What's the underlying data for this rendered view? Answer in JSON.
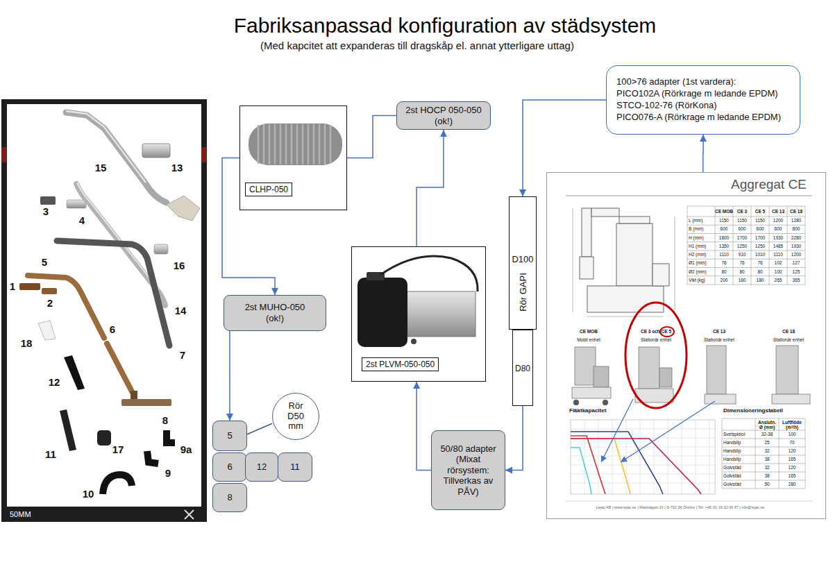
{
  "diagram": {
    "title": "Fabriksanpassad konfiguration av städsystem",
    "nodes": [
      {
        "text": [
          "CLHP-050"
        ]
      },
      {
        "text": [
          "2st HOCP 050-050 (ok!)"
        ]
      },
      {
        "text": [
          "100>76 adapter (1st vardera):",
          "PICO102A (Rörkrage m ledande EPDM)",
          "STCO-102-76 (RörKona)",
          "PICO076-A (Rörkrage m ledande EPDM)"
        ]
      },
      {
        "text": [
          "2st PLVM-050-050"
        ]
      },
      {
        "text": [
          "D100",
          "Rör GAPI"
        ]
      },
      {
        "text": [
          "D80"
        ]
      },
      {
        "text": [
          "2st MUHO-050 (ok!)"
        ]
      },
      {
        "text": [
          "50/80 adapter (Mixat rörsystem: Tillverkas av PÅV)"
        ]
      },
      {
        "text": [
          "5"
        ]
      },
      {
        "text": [
          "Rör D50 mm"
        ]
      },
      {
        "text": [
          "6"
        ]
      },
      {
        "text": [
          "12"
        ]
      },
      {
        "text": [
          "11"
        ]
      },
      {
        "text": [
          "8"
        ]
      },
      {
        "text": [
          "Aggregat CE"
        ]
      }
    ],
    "edges": [
      {
        "from": 0,
        "to": 6,
        "arrow": "to"
      },
      {
        "from": 1,
        "to": 0,
        "arrow": "none"
      },
      {
        "from": 3,
        "to": 1,
        "arrow": "to"
      },
      {
        "from": 2,
        "to": 4,
        "arrow": "to"
      },
      {
        "from": 5,
        "to": 7,
        "arrow": "to"
      },
      {
        "from": 7,
        "to": 3,
        "arrow": "to"
      },
      {
        "from": 6,
        "to": 8,
        "arrow": "to"
      },
      {
        "from": 14,
        "to": 2,
        "arrow": "to"
      },
      {
        "from": 9,
        "to": 8,
        "arrow": "none"
      }
    ],
    "labels": [
      "(Med kapcitet att expanderas till dragskåp el. annat ytterligare uttag)",
      "15",
      "13",
      "3",
      "4",
      "16",
      "5",
      "14",
      "1",
      "2",
      "6",
      "7",
      "18",
      "12",
      "8",
      "11",
      "17",
      "9a",
      "9",
      "10",
      "50MM",
      "CE MOB",
      "CE 3",
      "CE 5",
      "CE 13",
      "CE 18",
      "L (mm)",
      "1150",
      "1150",
      "1150",
      "1200",
      "1280",
      "B (mm)",
      "600",
      "600",
      "600",
      "600",
      "800",
      "H (mm)",
      "1800",
      "1700",
      "1700",
      "1930",
      "2280",
      "H1 (mm)",
      "1350",
      "1250",
      "1250",
      "1485",
      "1930",
      "H2 (mm)",
      "1110",
      "910",
      "1010",
      "1110",
      "1200",
      "Ø1 (mm)",
      "76",
      "76",
      "76",
      "102",
      "127",
      "Ø2 (mm)",
      "80",
      "80",
      "80",
      "100",
      "125",
      "Vikt (kg)",
      "200",
      "160",
      "180",
      "265",
      "365",
      "CE MOB",
      "Mobil enhet",
      "CE 3 och CE 5",
      "Stationär enhet",
      "CE 13",
      "Stationär enhet",
      "CE 18",
      "Stationär enhet",
      "Fläktkapacitet",
      "Dimensioneringstabell",
      "Anslutn. Ø (mm)",
      "Luftflöde (m³/h)",
      "Svetspistol",
      "32-38",
      "100",
      "Handslip",
      "25",
      "70",
      "Handslip",
      "32",
      "120",
      "Handslip",
      "38",
      "165",
      "Golvstäd",
      "32",
      "120",
      "Golvstäd",
      "38",
      "165",
      "Golvstäd",
      "50",
      "280",
      "Lejac AB | www.lejac.se | Mastvägen 10 | S-702 36 Örebro | Tel: +46 (0) 19 32 00 67 | info@lejac.se"
    ]
  }
}
